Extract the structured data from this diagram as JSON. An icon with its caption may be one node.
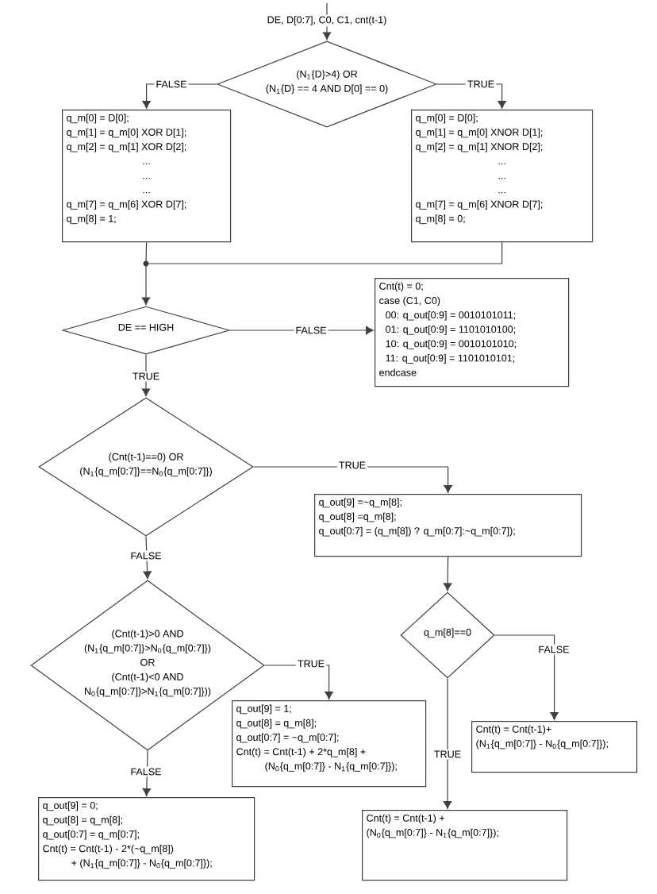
{
  "diagram": {
    "nodes": [
      {
        "text": [
          "DE, D[0:7], C0, C1, cnt(t-1)"
        ]
      },
      {
        "text": [
          "(N$_{1}${D}>4) OR",
          "(N$_{1}${D} == 4 AND D[0] == 0)"
        ]
      },
      {
        "text": [
          "q_m[0] = D[0];",
          "q_m[1] = q_m[0] XOR D[1];",
          "q_m[2] = q_m[1] XOR D[2];",
          "...",
          "...",
          "...",
          "q_m[7] = q_m[6] XOR D[7];",
          "q_m[8] = 1;"
        ]
      },
      {
        "text": [
          "q_m[0] = D[0];",
          "q_m[1] = q_m[0] XNOR D[1];",
          "q_m[2] = q_m[1] XNOR D[2];",
          "...",
          "...",
          "...",
          "q_m[7] = q_m[6] XNOR D[7];",
          "q_m[8] = 0;"
        ]
      },
      {
        "text": [],
        "shape": "circle"
      },
      {
        "text": [
          "DE == HIGH"
        ]
      },
      {
        "text": [
          "Cnt(t) = 0;",
          "case (C1, C0)",
          "00: q_out[0:9] = 0010101011;",
          "01: q_out[0:9] = 1101010100;",
          "10: q_out[0:9] = 0010101010;",
          "11: q_out[0:9] = 1101010101;",
          "endcase"
        ]
      },
      {
        "text": [
          "(Cnt(t-1)==0) OR",
          "(N$_{1}${q_m[0:7]}==N$_{0}${q_m[0:7]})"
        ]
      },
      {
        "text": [
          "q_out[9] =~q_m[8];",
          "q_out[8] =q_m[8];",
          "q_out[0:7] = (q_m[8]) ? q_m[0:7]:~q_m[0:7]);"
        ]
      },
      {
        "text": [
          "q_m[8]==0"
        ]
      },
      {
        "text": [
          "Cnt(t) = Cnt(t-1)+",
          "(N$_{1}${q_m[0:7]} - N$_{0}${q_m[0:7]});"
        ]
      },
      {
        "text": [
          "Cnt(t) = Cnt(t-1) +",
          "(N$_{0}${q_m[0:7]} - N$_{1}${q_m[0:7]});"
        ]
      },
      {
        "text": [
          "(Cnt(t-1)>0 AND",
          "(N$_{1}${q_m[0:7]}>N$_{0}${q_m[0:7]})",
          "OR",
          "(Cnt(t-1)<0 AND",
          "N$_{0}${q_m[0:7]}>N$_{1}${q_m[0:7]}))"
        ]
      },
      {
        "text": [
          "q_out[9] = 1;",
          "q_out[8] = q_m[8];",
          "q_out[0:7] = ~q_m[0:7];",
          "Cnt(t) = Cnt(t-1) + 2*q_m[8] +",
          "(N$_{0}${q_m[0:7]} - N$_{1}${q_m[0:7]});"
        ]
      },
      {
        "text": [
          "q_out[9] = 0;",
          "q_out[8] = q_m[8];",
          "q_out[0:7] = q_m[0:7];",
          "Cnt(t) = Cnt(t-1) - 2*(~q_m[8])",
          "+ (N$_{1}${q_m[0:7]} - N$_{0}${q_m[0:7]});"
        ]
      }
    ],
    "edges": [
      {
        "from": null,
        "to": 0,
        "arrow": "none"
      },
      {
        "from": 0,
        "to": 1,
        "arrow": "to"
      },
      {
        "from": 1,
        "to": 2,
        "arrow": "to",
        "label": "FALSE"
      },
      {
        "from": 1,
        "to": 3,
        "arrow": "to",
        "label": "TRUE"
      },
      {
        "from": 2,
        "to": 4,
        "arrow": "none"
      },
      {
        "from": 3,
        "to": 4,
        "arrow": "none"
      },
      {
        "from": 4,
        "to": 5,
        "arrow": "to"
      },
      {
        "from": 5,
        "to": 6,
        "arrow": "to",
        "label": "FALSE"
      },
      {
        "from": 5,
        "to": 7,
        "arrow": "to",
        "label": "TRUE"
      },
      {
        "from": 7,
        "to": 8,
        "arrow": "to",
        "label": "TRUE"
      },
      {
        "from": 7,
        "to": 12,
        "arrow": "to",
        "label": "FALSE"
      },
      {
        "from": 8,
        "to": 9,
        "arrow": "to"
      },
      {
        "from": 9,
        "to": 10,
        "arrow": "to",
        "label": "FALSE"
      },
      {
        "from": 9,
        "to": 11,
        "arrow": "to",
        "label": "TRUE"
      },
      {
        "from": 12,
        "to": 13,
        "arrow": "to",
        "label": "TRUE"
      },
      {
        "from": 12,
        "to": 14,
        "arrow": "to",
        "label": "FALSE"
      }
    ]
  }
}
